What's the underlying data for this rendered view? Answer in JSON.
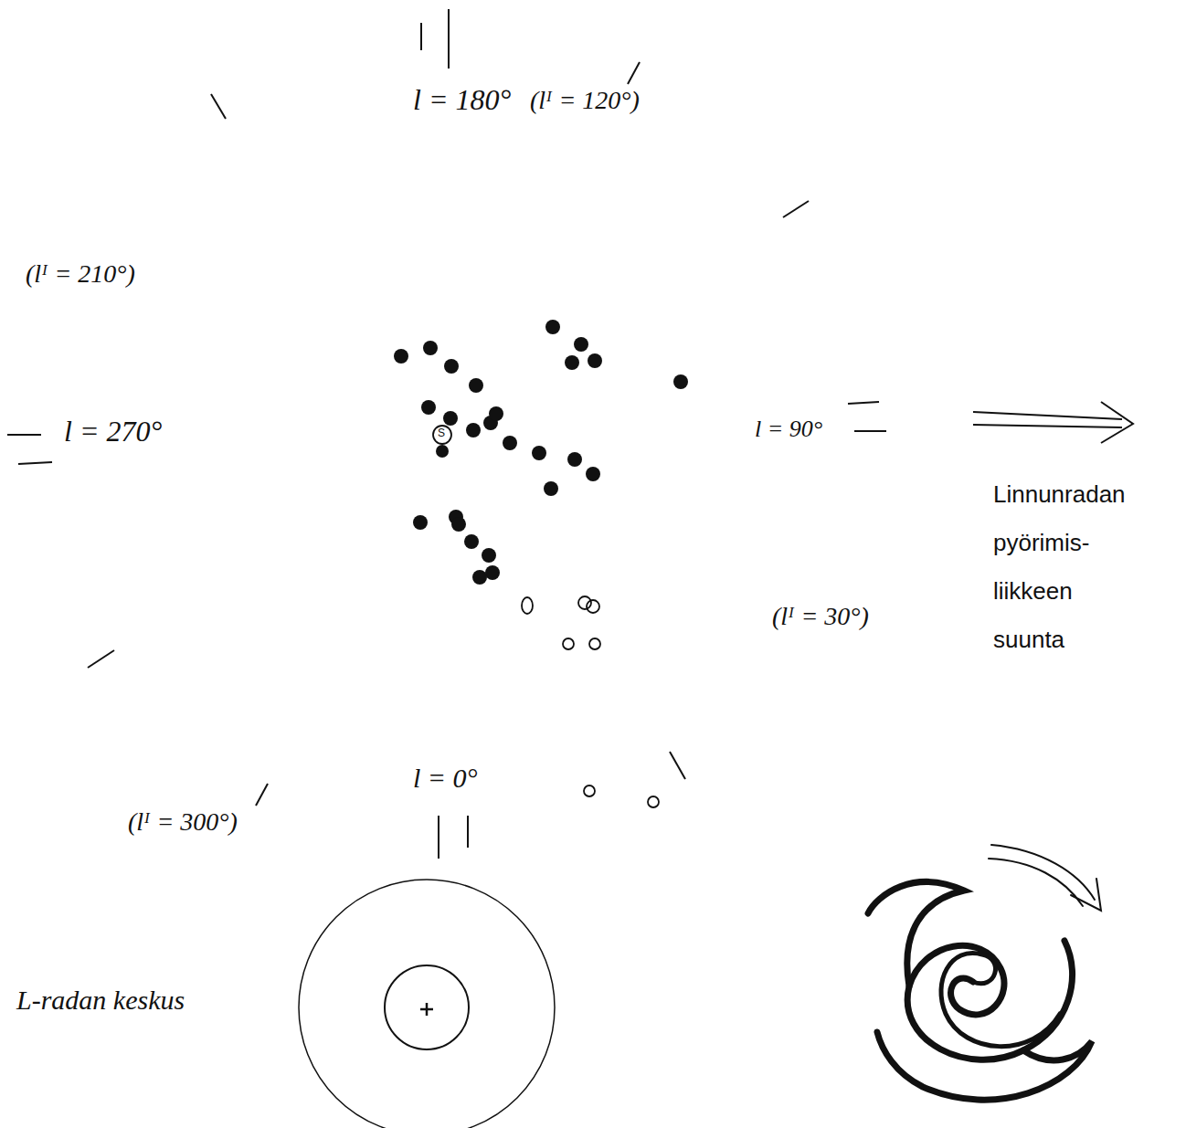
{
  "diagram": {
    "labels": [
      "l = 180°",
      "(lᴵ = 120°)",
      "(lᴵ = 210°)",
      "l = 270°",
      "S",
      "l = 90°",
      "Linnunradan pyörimis- liikkeen suunta",
      "(lᴵ = 30°)",
      "l = 0°",
      "(lᴵ = 300°)",
      "L-radan keskus"
    ]
  }
}
